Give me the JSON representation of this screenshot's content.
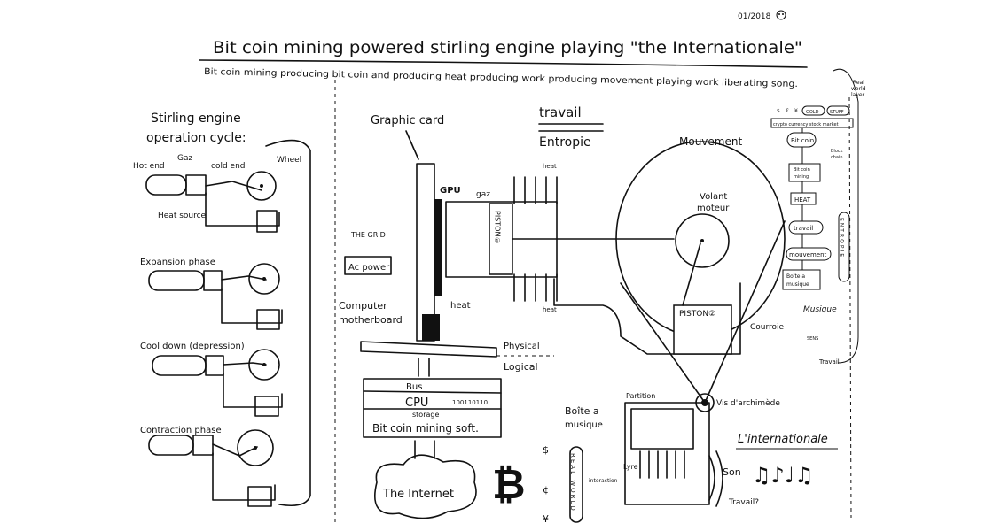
{
  "header": {
    "date": "01/2018",
    "title": "Bit coin mining powered stirling engine playing \"the Internationale\"",
    "subtitle": "Bit coin mining producing bit coin and producing heat producing work producing movement playing work liberating song."
  },
  "stirling_cycle": {
    "heading_line1": "Stirling engine",
    "heading_line2": "operation cycle:",
    "labels": {
      "hot_end": "Hot end",
      "gaz": "Gaz",
      "cold_end": "cold end",
      "wheel": "Wheel",
      "heat_source": "Heat source"
    },
    "phases": [
      "Expansion phase",
      "Cool down (depression)",
      "Contraction phase"
    ]
  },
  "computer": {
    "graphic_card": "Graphic card",
    "gpu": "GPU",
    "the_grid": "THE GRID",
    "ac_power": "Ac power",
    "motherboard_line1": "Computer",
    "motherboard_line2": "motherboard",
    "heat": "heat",
    "physical": "Physical",
    "logical": "Logical",
    "bus": "Bus",
    "cpu": "CPU",
    "binary": "100110110",
    "storage": "storage",
    "software": "Bit coin mining soft.",
    "internet": "The Internet",
    "real_world": "REAL WORLD",
    "interaction": "interaction",
    "currencies": [
      "$",
      "¢",
      "¥"
    ]
  },
  "engine": {
    "travail": "travail",
    "entropie": "Entropie",
    "mouvement": "Mouvement",
    "heat_top": "heat",
    "heat_bottom": "heat",
    "gaz": "gaz",
    "piston1": "PISTON①",
    "volant_line1": "Volant",
    "volant_line2": "moteur",
    "piston2": "PISTON②",
    "courroie": "Courroie",
    "vis": "Vis d'archimède",
    "partition": "Partition",
    "boite_line1": "Boîte a",
    "boite_line2": "musique",
    "lyre": "Lyre",
    "son": "Son",
    "internationale": "L'internationale",
    "travail_q": "Travail?"
  },
  "flowchart": {
    "real_world_layer": [
      "Real",
      "world",
      "layer"
    ],
    "assets": [
      "$",
      "€",
      "¥",
      "GOLD",
      "STUFF"
    ],
    "market": "crypto currency stock market",
    "bitcoin": "Bit coin",
    "blockchain": [
      "Block",
      "chain"
    ],
    "mining": [
      "Bit coin",
      "mining"
    ],
    "heat": "HEAT",
    "travail": "travail",
    "mouvement": "mouvement",
    "boite": [
      "Boîte a",
      "musique"
    ],
    "entropie": "ENTROPIE",
    "musique": "Musique",
    "sens": "SENS",
    "travail_end": "Travail"
  }
}
